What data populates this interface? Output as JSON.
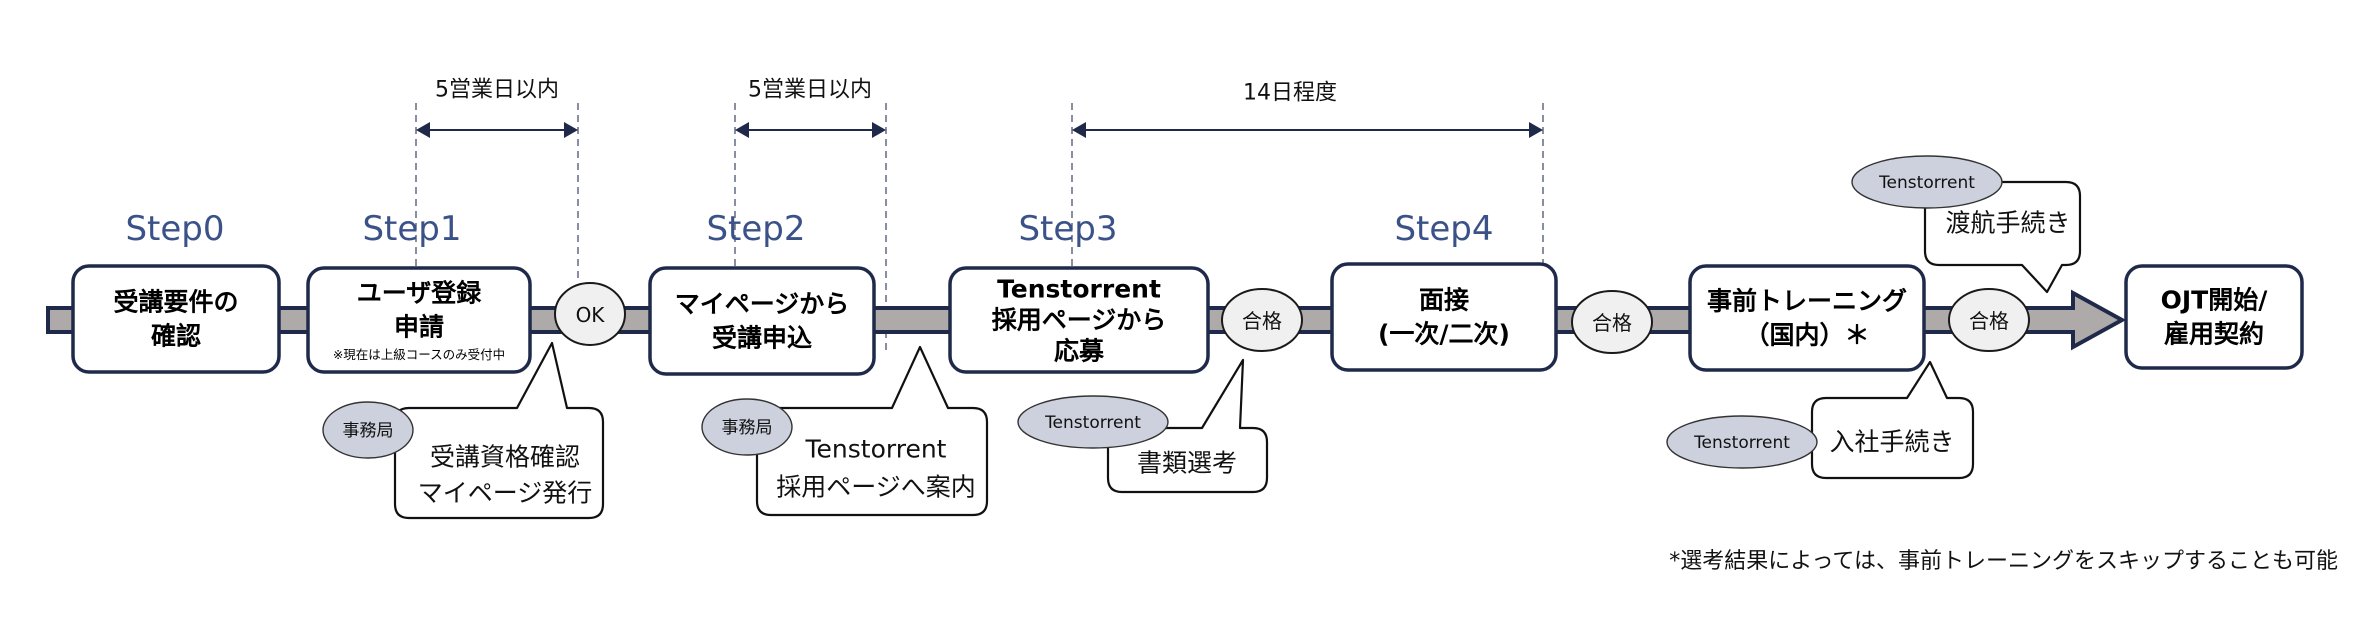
{
  "diagram": {
    "steps": [
      {
        "id": "step0",
        "label": "Step0",
        "lines": [
          "受講要件の",
          "確認"
        ],
        "note": null
      },
      {
        "id": "step1",
        "label": "Step1",
        "lines": [
          "ユーザ登録",
          "申請"
        ],
        "note": "※現在は上級コースのみ受付中"
      },
      {
        "id": "step2",
        "label": "Step2",
        "lines": [
          "マイページから",
          "受講申込"
        ],
        "note": null
      },
      {
        "id": "step3",
        "label": "Step3",
        "lines": [
          "Tenstorrent",
          "採用ページから",
          "応募"
        ],
        "note": null
      },
      {
        "id": "step4",
        "label": "Step4",
        "lines": [
          "面接",
          "(一次/二次)"
        ],
        "note": null
      },
      {
        "id": "pre-training",
        "label": null,
        "lines": [
          "事前トレーニング",
          "（国内）＊"
        ],
        "note": null
      },
      {
        "id": "ojt",
        "label": null,
        "lines": [
          "OJT開始/",
          "雇用契約"
        ],
        "note": null
      }
    ],
    "gates": [
      {
        "id": "gate-ok",
        "label": "OK"
      },
      {
        "id": "gate-pass-1",
        "label": "合格"
      },
      {
        "id": "gate-pass-2",
        "label": "合格"
      },
      {
        "id": "gate-pass-3",
        "label": "合格"
      }
    ],
    "durations": [
      {
        "id": "duration-1",
        "label": "5営業日以内"
      },
      {
        "id": "duration-2",
        "label": "5営業日以内"
      },
      {
        "id": "duration-3",
        "label": "14日程度"
      }
    ],
    "callouts": [
      {
        "id": "callout-eligibility",
        "actor": "事務局",
        "lines": [
          "受講資格確認",
          "マイページ発行"
        ]
      },
      {
        "id": "callout-guide",
        "actor": "事務局",
        "lines": [
          "Tenstorrent",
          "採用ページへ案内"
        ]
      },
      {
        "id": "callout-screening",
        "actor": "Tenstorrent",
        "lines": [
          "書類選考"
        ]
      },
      {
        "id": "callout-travel",
        "actor": "Tenstorrent",
        "lines": [
          "渡航手続き"
        ]
      },
      {
        "id": "callout-onboarding",
        "actor": "Tenstorrent",
        "lines": [
          "入社手続き"
        ]
      }
    ],
    "footnote": "*選考結果によっては、事前トレーニングをスキップすることも可能"
  },
  "colors": {
    "step_label": "#3b5288",
    "box_border": "#1f2a4a",
    "bar_fill": "#aeaaaa",
    "gate_fill": "#f0f0f0",
    "actor_fill": "#ccd1dd"
  }
}
